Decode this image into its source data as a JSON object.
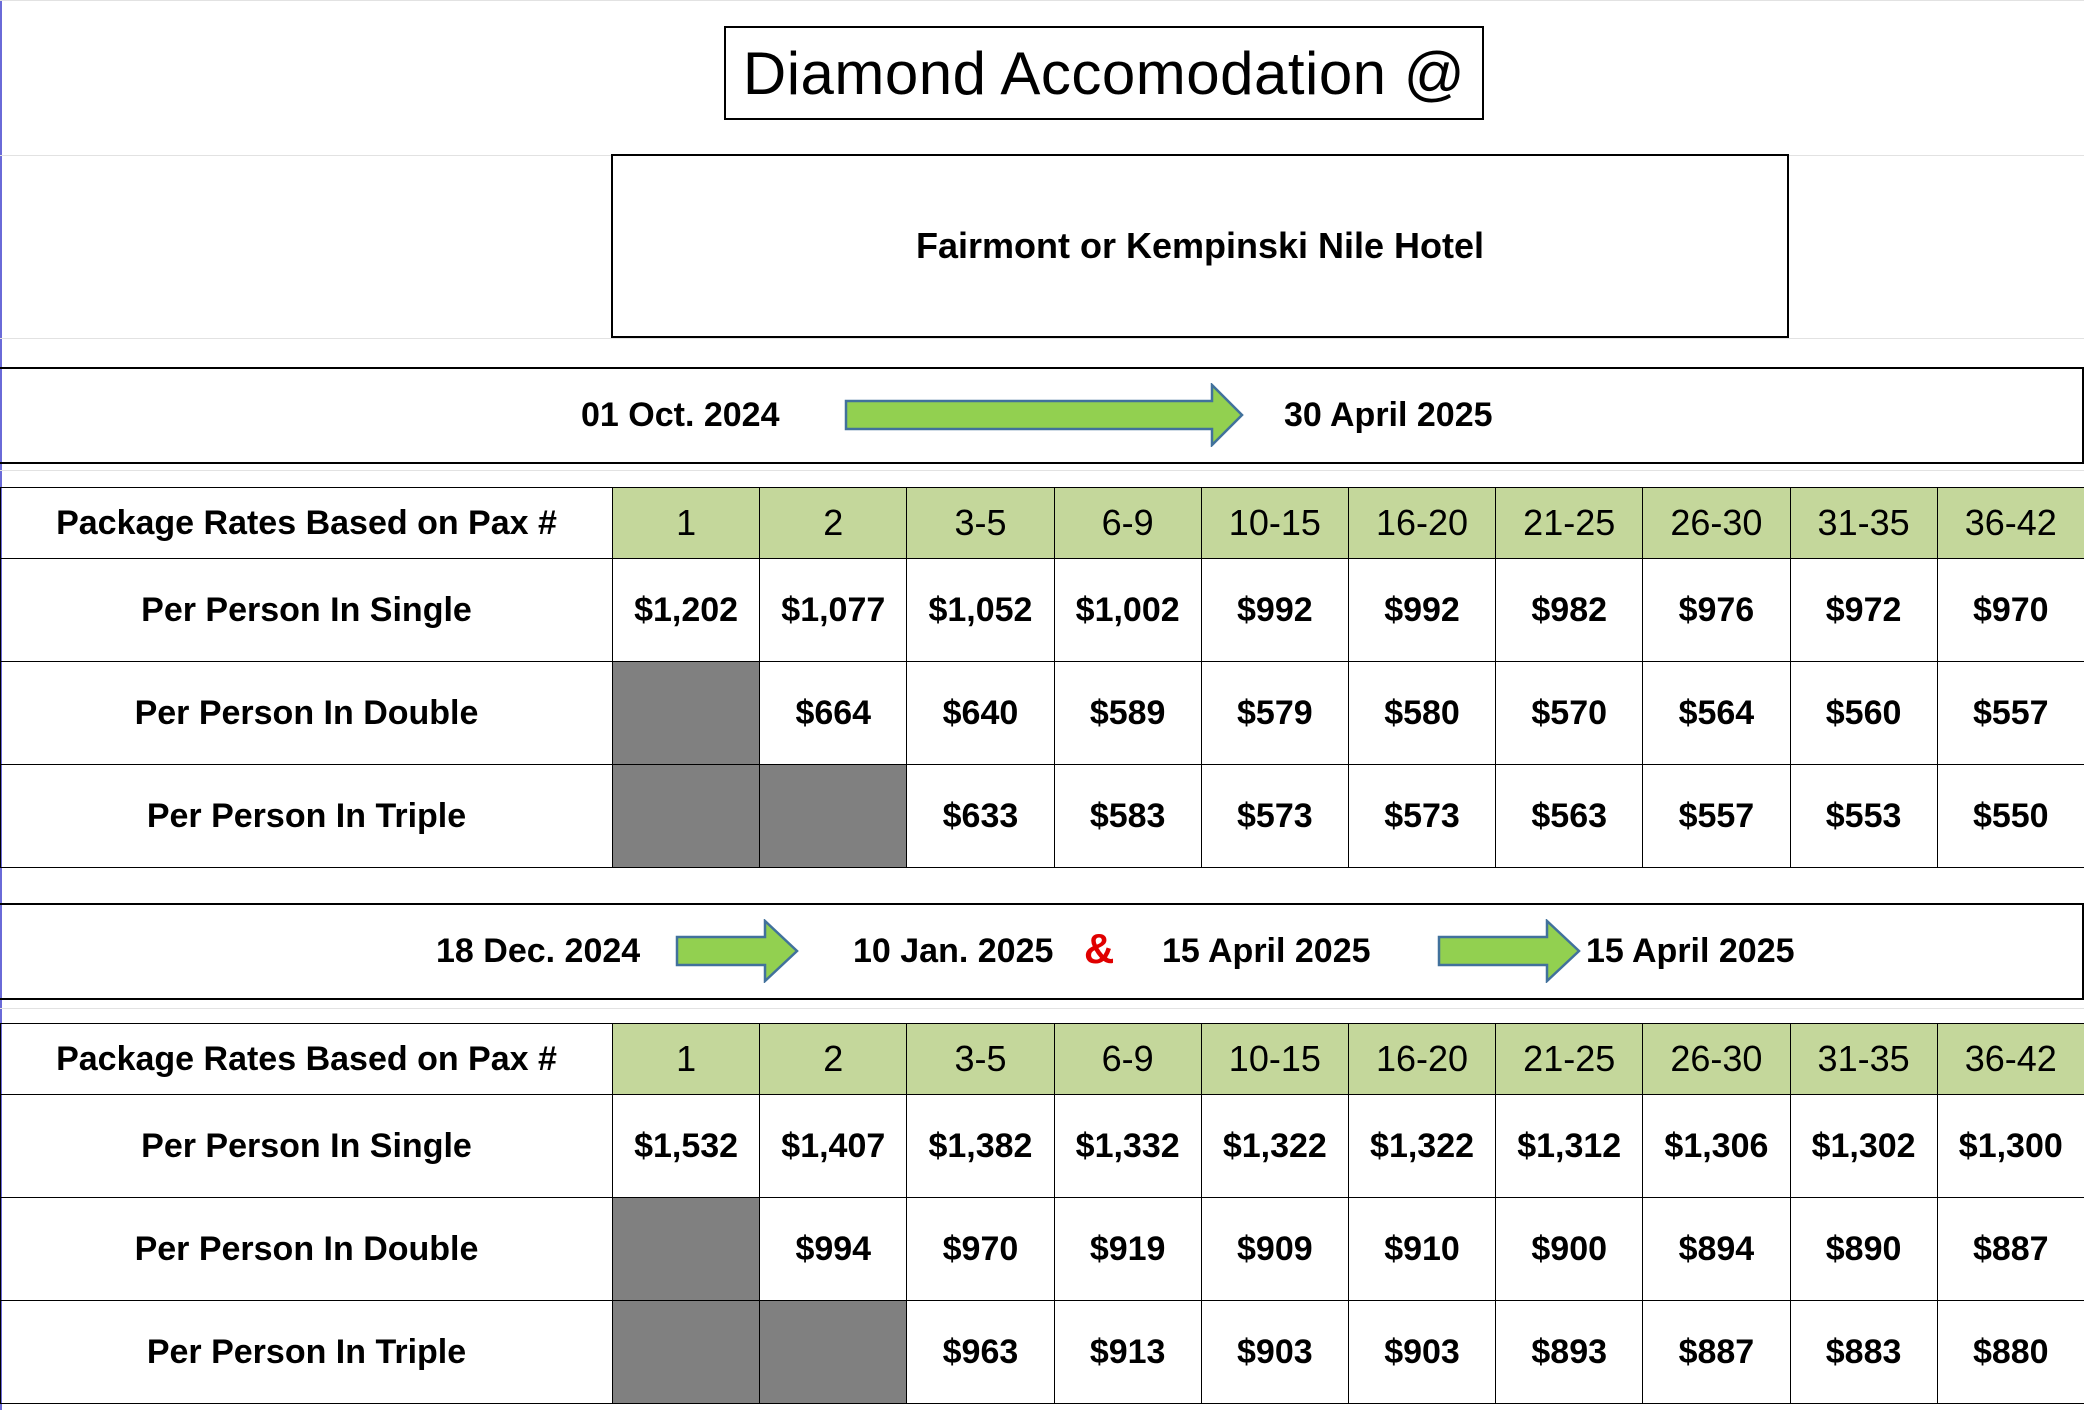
{
  "title": "Diamond Accomodation @",
  "hotel": "Fairmont or Kempinski Nile Hotel",
  "colors": {
    "header_fill": "#c4d79b",
    "na_fill": "#808080",
    "arrow_fill": "#92d050",
    "arrow_stroke": "#41719c",
    "ampersand": "#e00000"
  },
  "period1": {
    "from": "01 Oct.  2024",
    "to": "30 April 2025",
    "table": {
      "header_label": "Package Rates Based on Pax #",
      "pax": [
        "1",
        "2",
        "3-5",
        "6-9",
        "10-15",
        "16-20",
        "21-25",
        "26-30",
        "31-35",
        "36-42"
      ],
      "rows": [
        {
          "label": "Per Person In Single",
          "values": [
            "$1,202",
            "$1,077",
            "$1,052",
            "$1,002",
            "$992",
            "$992",
            "$982",
            "$976",
            "$972",
            "$970"
          ]
        },
        {
          "label": "Per Person In Double",
          "values": [
            "",
            "$664",
            "$640",
            "$589",
            "$579",
            "$580",
            "$570",
            "$564",
            "$560",
            "$557"
          ]
        },
        {
          "label": "Per Person In Triple",
          "values": [
            "",
            "",
            "$633",
            "$583",
            "$573",
            "$573",
            "$563",
            "$557",
            "$553",
            "$550"
          ]
        }
      ]
    }
  },
  "period2": {
    "from": "18 Dec.  2024",
    "to": "10 Jan. 2025",
    "amp": "&",
    "from2": "15 April 2025",
    "to2": "15 April 2025",
    "table": {
      "header_label": "Package Rates Based on Pax #",
      "pax": [
        "1",
        "2",
        "3-5",
        "6-9",
        "10-15",
        "16-20",
        "21-25",
        "26-30",
        "31-35",
        "36-42"
      ],
      "rows": [
        {
          "label": "Per Person In Single",
          "values": [
            "$1,532",
            "$1,407",
            "$1,382",
            "$1,332",
            "$1,322",
            "$1,322",
            "$1,312",
            "$1,306",
            "$1,302",
            "$1,300"
          ]
        },
        {
          "label": "Per Person In Double",
          "values": [
            "",
            "$994",
            "$970",
            "$919",
            "$909",
            "$910",
            "$900",
            "$894",
            "$890",
            "$887"
          ]
        },
        {
          "label": "Per Person In Triple",
          "values": [
            "",
            "",
            "$963",
            "$913",
            "$903",
            "$903",
            "$893",
            "$887",
            "$883",
            "$880"
          ]
        }
      ]
    }
  }
}
